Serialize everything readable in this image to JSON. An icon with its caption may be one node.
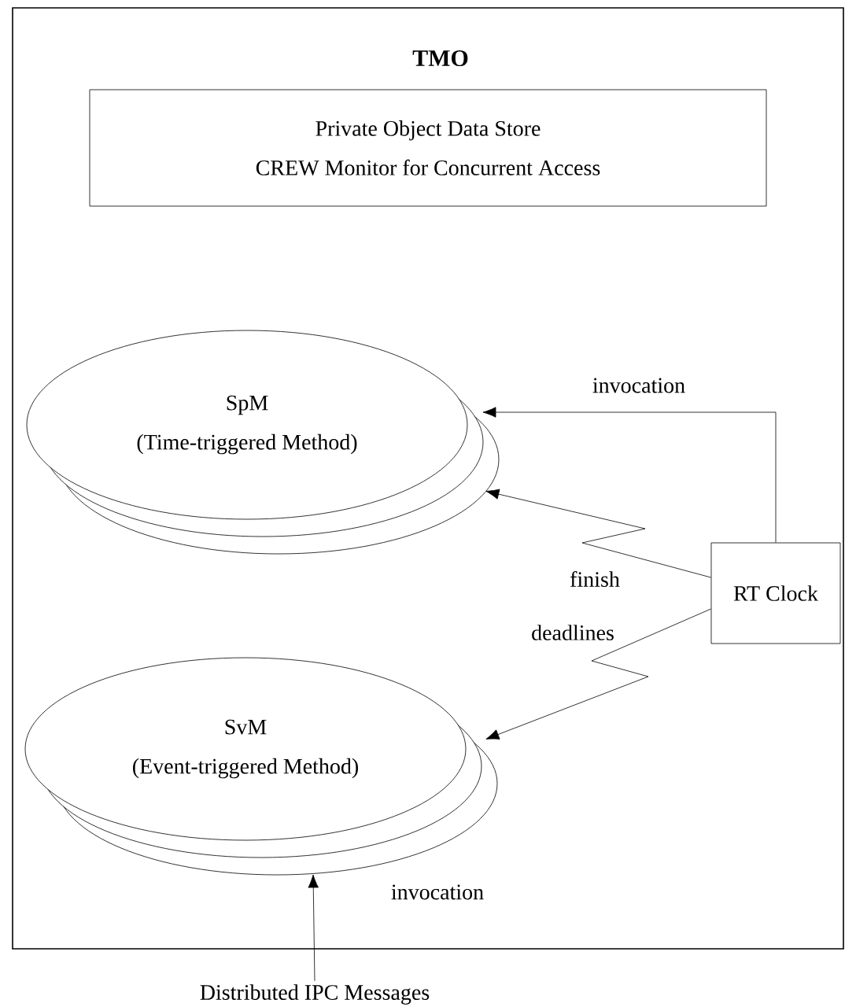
{
  "diagram": {
    "nodes": [
      {
        "text": [
          "TMO"
        ]
      },
      {
        "text": [
          "Private Object Data Store",
          "CREW Monitor for Concurrent Access"
        ],
        "in": 0
      },
      {
        "text": [
          "SpM",
          "(Time-triggered Method)"
        ],
        "in": 0
      },
      {
        "text": [
          "SvM",
          "(Event-triggered Method)"
        ],
        "in": 0
      },
      {
        "text": [
          "RT Clock"
        ],
        "in": 0
      },
      {
        "text": [
          "Distributed IPC Messages"
        ]
      }
    ],
    "edges": [
      {
        "from": 4,
        "to": 2,
        "arrow": "to",
        "label": "invocation"
      },
      {
        "from": 4,
        "to": 2,
        "arrow": "to",
        "label": "finish"
      },
      {
        "from": 4,
        "to": 3,
        "arrow": "to",
        "label": "deadlines"
      },
      {
        "from": 5,
        "to": 3,
        "arrow": "to",
        "label": "invocation"
      }
    ]
  }
}
